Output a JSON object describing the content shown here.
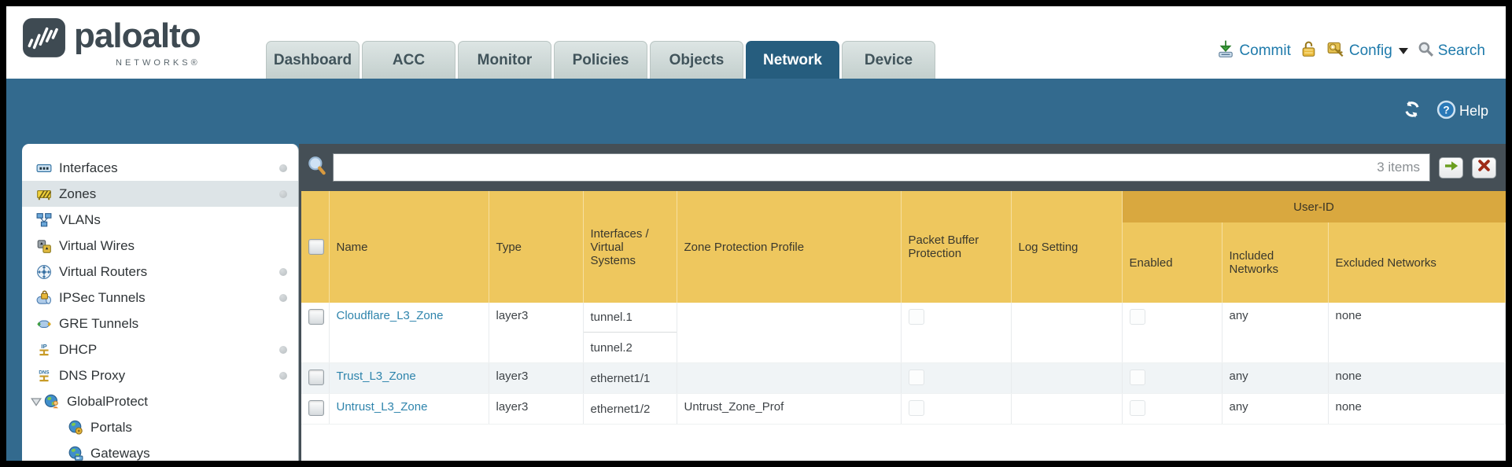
{
  "brand": {
    "name": "paloalto",
    "subtitle": "NETWORKS®"
  },
  "nav": {
    "tabs": [
      {
        "label": "Dashboard",
        "active": false
      },
      {
        "label": "ACC",
        "active": false
      },
      {
        "label": "Monitor",
        "active": false
      },
      {
        "label": "Policies",
        "active": false
      },
      {
        "label": "Objects",
        "active": false
      },
      {
        "label": "Network",
        "active": true
      },
      {
        "label": "Device",
        "active": false
      }
    ]
  },
  "actions": {
    "commit_label": "Commit",
    "config_label": "Config",
    "search_label": "Search"
  },
  "toolbar": {
    "help_label": "Help"
  },
  "sidebar": {
    "items": [
      {
        "label": "Interfaces",
        "icon": "interfaces-icon",
        "dot": true
      },
      {
        "label": "Zones",
        "icon": "zones-icon",
        "dot": true,
        "selected": true
      },
      {
        "label": "VLANs",
        "icon": "vlans-icon"
      },
      {
        "label": "Virtual Wires",
        "icon": "virtual-wires-icon"
      },
      {
        "label": "Virtual Routers",
        "icon": "virtual-routers-icon",
        "dot": true
      },
      {
        "label": "IPSec Tunnels",
        "icon": "ipsec-tunnels-icon",
        "dot": true
      },
      {
        "label": "GRE Tunnels",
        "icon": "gre-tunnels-icon"
      },
      {
        "label": "DHCP",
        "icon": "dhcp-icon",
        "dot": true
      },
      {
        "label": "DNS Proxy",
        "icon": "dns-proxy-icon",
        "dot": true
      },
      {
        "label": "GlobalProtect",
        "icon": "globalprotect-icon",
        "expander": true
      },
      {
        "label": "Portals",
        "icon": "portals-icon",
        "indent": true
      },
      {
        "label": "Gateways",
        "icon": "gateways-icon",
        "indent": true
      }
    ]
  },
  "filter": {
    "value": "",
    "items_count": "3 items"
  },
  "table": {
    "group_header": "User-ID",
    "columns": [
      "Name",
      "Type",
      "Interfaces / Virtual Systems",
      "Zone Protection Profile",
      "Packet Buffer Protection",
      "Log Setting",
      "Enabled",
      "Included Networks",
      "Excluded Networks"
    ],
    "rows": [
      {
        "name": "Cloudflare_L3_Zone",
        "type": "layer3",
        "interfaces": [
          "tunnel.1",
          "tunnel.2"
        ],
        "zone_protection_profile": "",
        "packet_buffer_protection": false,
        "log_setting": "",
        "user_id_enabled": false,
        "included_networks": "any",
        "excluded_networks": "none"
      },
      {
        "name": "Trust_L3_Zone",
        "type": "layer3",
        "interfaces": [
          "ethernet1/1"
        ],
        "zone_protection_profile": "",
        "packet_buffer_protection": false,
        "log_setting": "",
        "user_id_enabled": false,
        "included_networks": "any",
        "excluded_networks": "none"
      },
      {
        "name": "Untrust_L3_Zone",
        "type": "layer3",
        "interfaces": [
          "ethernet1/2"
        ],
        "zone_protection_profile": "Untrust_Zone_Prof",
        "packet_buffer_protection": false,
        "log_setting": "",
        "user_id_enabled": false,
        "included_networks": "any",
        "excluded_networks": "none"
      }
    ]
  },
  "colors": {
    "band_teal": "#336a8e",
    "active_tab": "#265d7e",
    "table_header_orange": "#eec75e",
    "user_id_band": "#d9a83f",
    "filter_bar": "#454f56",
    "link_blue": "#2e84ac",
    "action_blue": "#1e7aab"
  }
}
